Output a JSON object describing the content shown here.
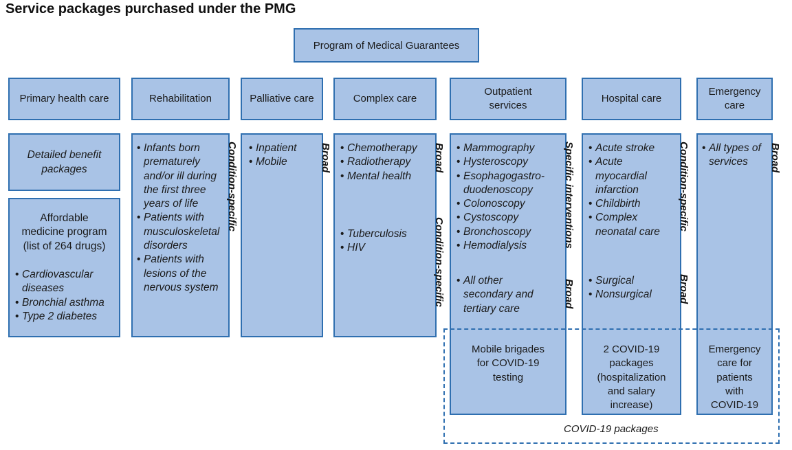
{
  "title": "Service packages purchased under the PMG",
  "root": "Program of Medical Guarantees",
  "columns": {
    "primary": {
      "header": "Primary health care",
      "box1": [
        "Detailed benefit",
        "packages"
      ],
      "box2_lines": [
        "Affordable",
        "medicine program",
        "(list of 264 drugs)"
      ],
      "box2_items": [
        "Cardiovascular diseases",
        "Bronchial asthma",
        "Type 2 diabetes"
      ]
    },
    "rehab": {
      "header": "Rehabilitation",
      "items": [
        "Infants born prematurely and/or ill during the first three years of life",
        "Patients with musculoskeletal disorders",
        "Patients with lesions of the nervous system"
      ],
      "label": "Condition-specific"
    },
    "palliative": {
      "header": "Palliative care",
      "items": [
        "Inpatient",
        "Mobile"
      ],
      "label": "Broad"
    },
    "complex": {
      "header": "Complex care",
      "items_a": [
        "Chemotherapy",
        "Radiotherapy",
        "Mental health"
      ],
      "items_b": [
        "Tuberculosis",
        "HIV"
      ],
      "label_a": "Broad",
      "label_b": "Condition-specific"
    },
    "outpatient": {
      "header": [
        "Outpatient",
        "services"
      ],
      "items_a": [
        "Mammography",
        "Hysteroscopy",
        "Esophagogastro-duodenoscopy",
        "Colonoscopy",
        "Cystoscopy",
        "Bronchoscopy",
        "Hemodialysis"
      ],
      "items_b": [
        "All other secondary and tertiary care"
      ],
      "label_a": "Specific interventions",
      "label_b": "Broad",
      "covid": [
        "Mobile brigades",
        "for COVID-19",
        "testing"
      ]
    },
    "hospital": {
      "header": "Hospital care",
      "items_a": [
        "Acute stroke",
        "Acute myocardial infarction",
        "Childbirth",
        "Complex neonatal care"
      ],
      "items_b": [
        "Surgical",
        "Nonsurgical"
      ],
      "label_a": "Condition-specific",
      "label_b": "Broad",
      "covid": [
        "2 COVID-19",
        "packages",
        "(hospitalization",
        "and salary",
        "increase)"
      ]
    },
    "emergency": {
      "header": [
        "Emergency",
        "care"
      ],
      "items": [
        "All types of services"
      ],
      "label": "Broad",
      "covid": [
        "Emergency",
        "care for",
        "patients",
        "with",
        "COVID-19"
      ]
    }
  },
  "covid_caption": "COVID-19 packages",
  "colors": {
    "fill": "#a9c3e6",
    "border": "#2f6fb0"
  }
}
